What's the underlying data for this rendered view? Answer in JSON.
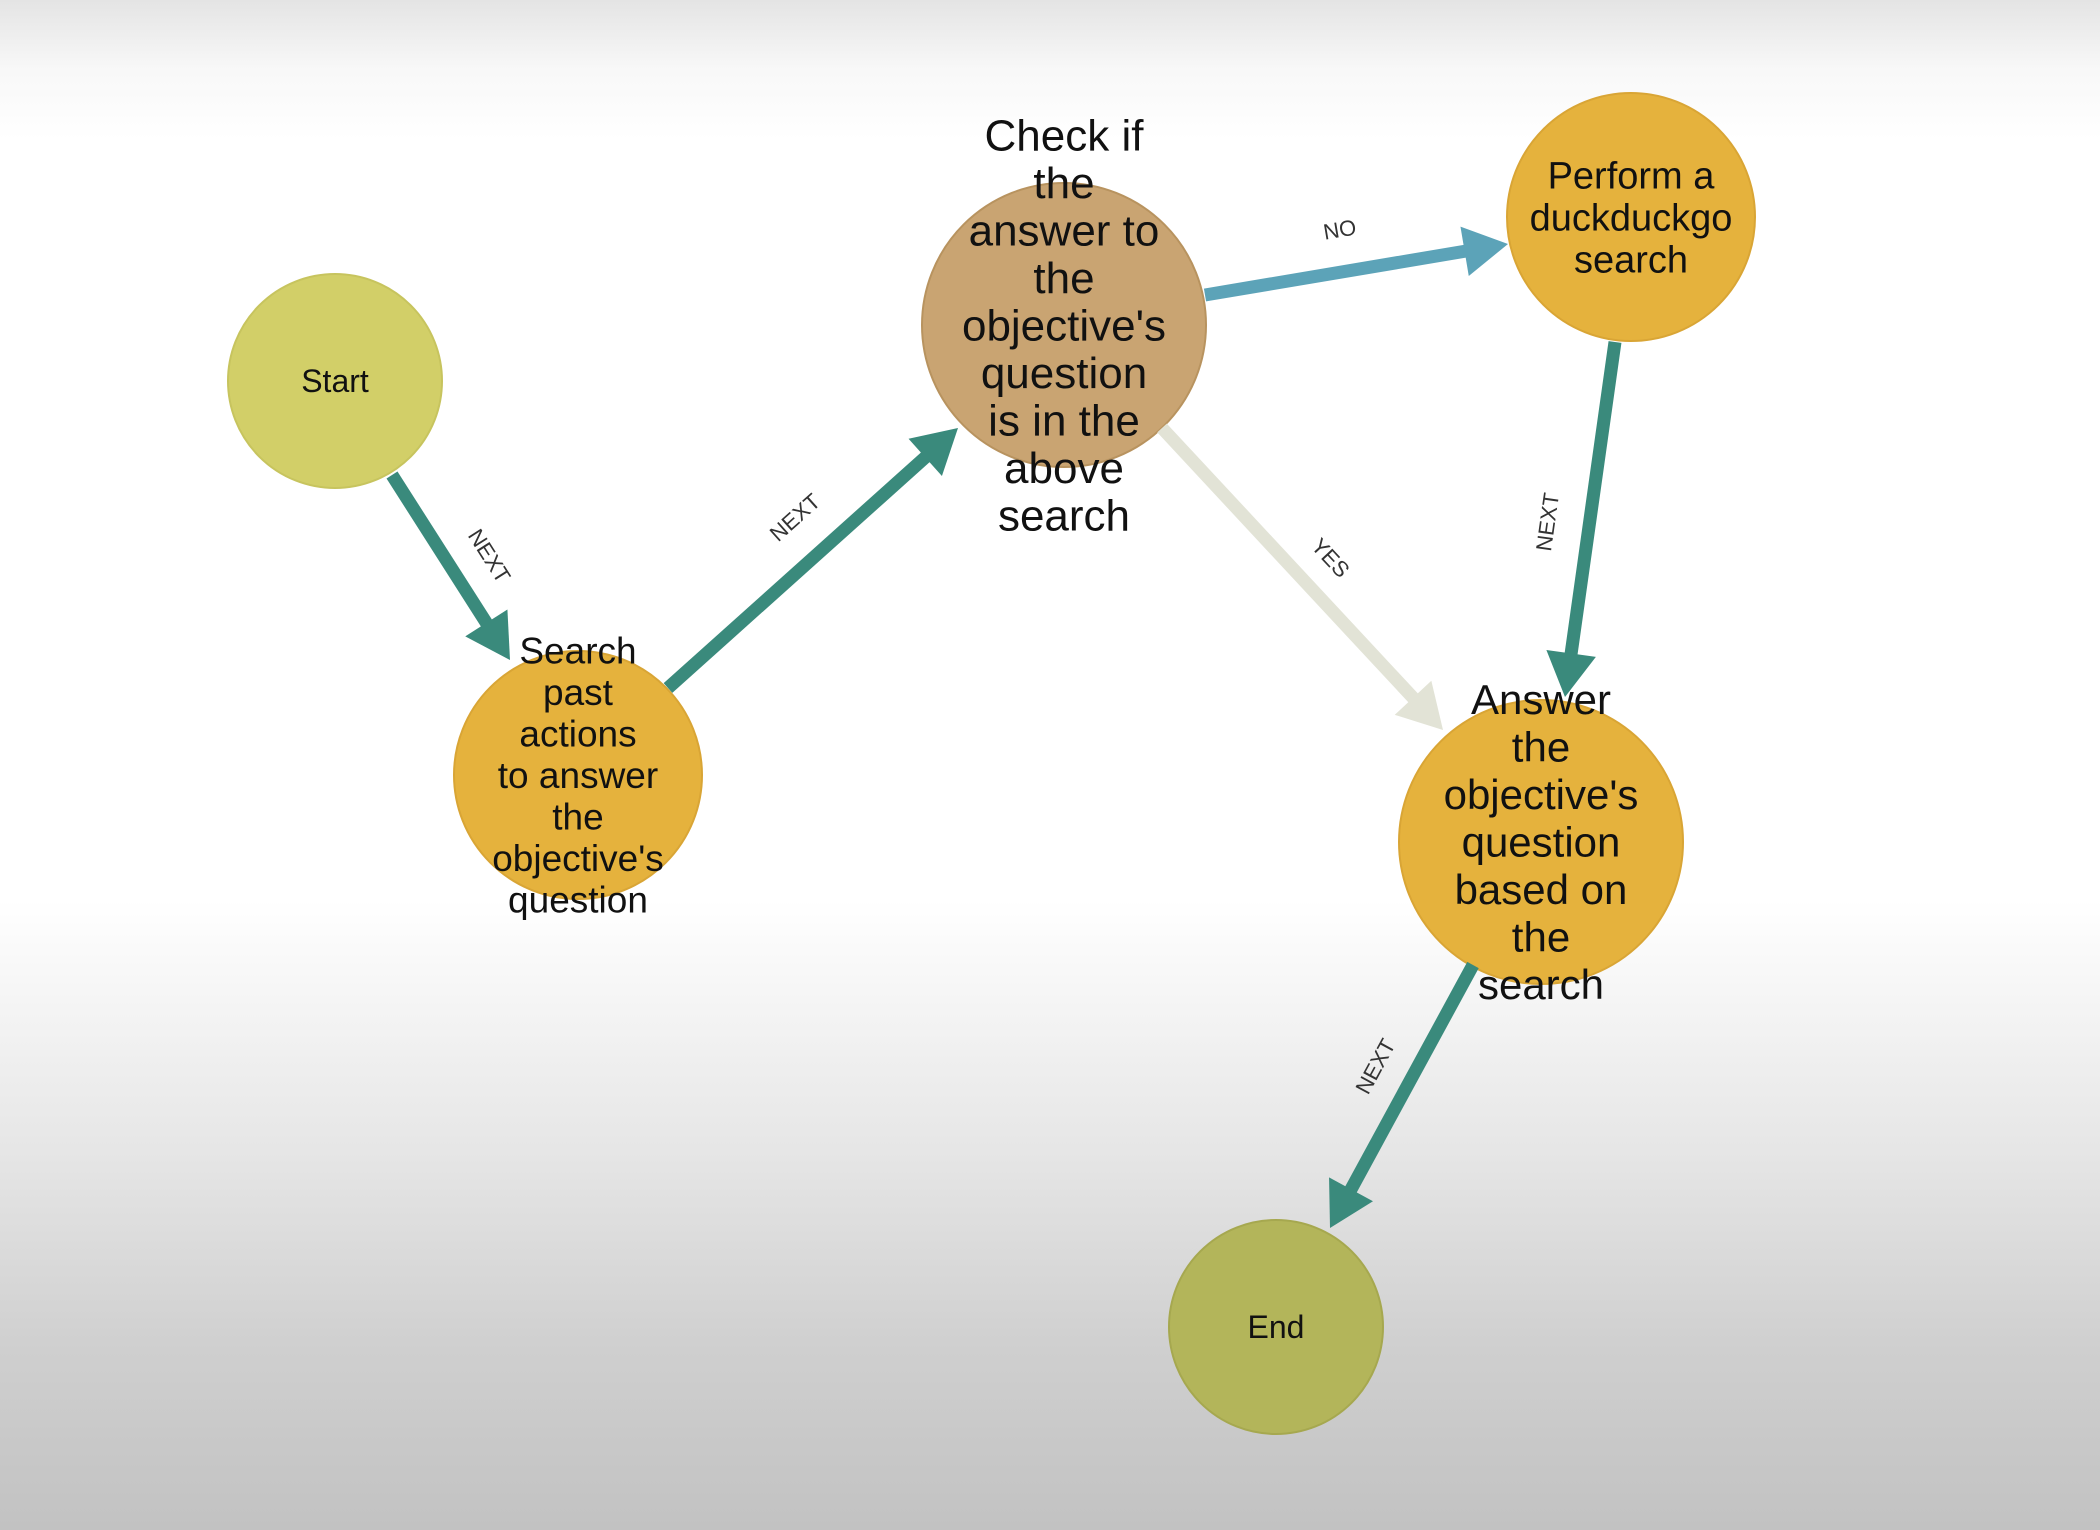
{
  "diagram": {
    "colors": {
      "start_fill": "#d2cf68",
      "end_fill": "#b3b55a",
      "step_fill": "#e5b23d",
      "decision_fill": "#c9a472",
      "edge_next": "#3a8a7c",
      "edge_no": "#5ca3b8",
      "edge_yes": "#e2e3d6"
    },
    "nodes": [
      {
        "id": "start",
        "label": "Start",
        "lines": [
          "Start"
        ],
        "kind": "start"
      },
      {
        "id": "search_past",
        "label": "Search past actions to answer the objective's question",
        "lines": [
          "Search",
          "past",
          "actions",
          "to answer",
          "the",
          "objective's",
          "question"
        ],
        "kind": "step"
      },
      {
        "id": "check",
        "label": "Check if the answer to the objective's question is in the above search",
        "lines": [
          "Check if",
          "the",
          "answer to",
          "the",
          "objective's",
          "question",
          "is in the",
          "above",
          "search"
        ],
        "kind": "decision"
      },
      {
        "id": "ddg",
        "label": "Perform a duckduckgo search",
        "lines": [
          "Perform a",
          "duckduckgo",
          "search"
        ],
        "kind": "step"
      },
      {
        "id": "answer",
        "label": "Answer the objective's question based on the search",
        "lines": [
          "Answer",
          "the",
          "objective's",
          "question",
          "based on",
          "the",
          "search"
        ],
        "kind": "step"
      },
      {
        "id": "end",
        "label": "End",
        "lines": [
          "End"
        ],
        "kind": "end"
      }
    ],
    "edges": [
      {
        "from": "start",
        "to": "search_past",
        "label": "NEXT",
        "type": "next"
      },
      {
        "from": "search_past",
        "to": "check",
        "label": "NEXT",
        "type": "next"
      },
      {
        "from": "check",
        "to": "ddg",
        "label": "NO",
        "type": "no"
      },
      {
        "from": "check",
        "to": "answer",
        "label": "YES",
        "type": "yes"
      },
      {
        "from": "ddg",
        "to": "answer",
        "label": "NEXT",
        "type": "next"
      },
      {
        "from": "answer",
        "to": "end",
        "label": "NEXT",
        "type": "next"
      }
    ]
  }
}
